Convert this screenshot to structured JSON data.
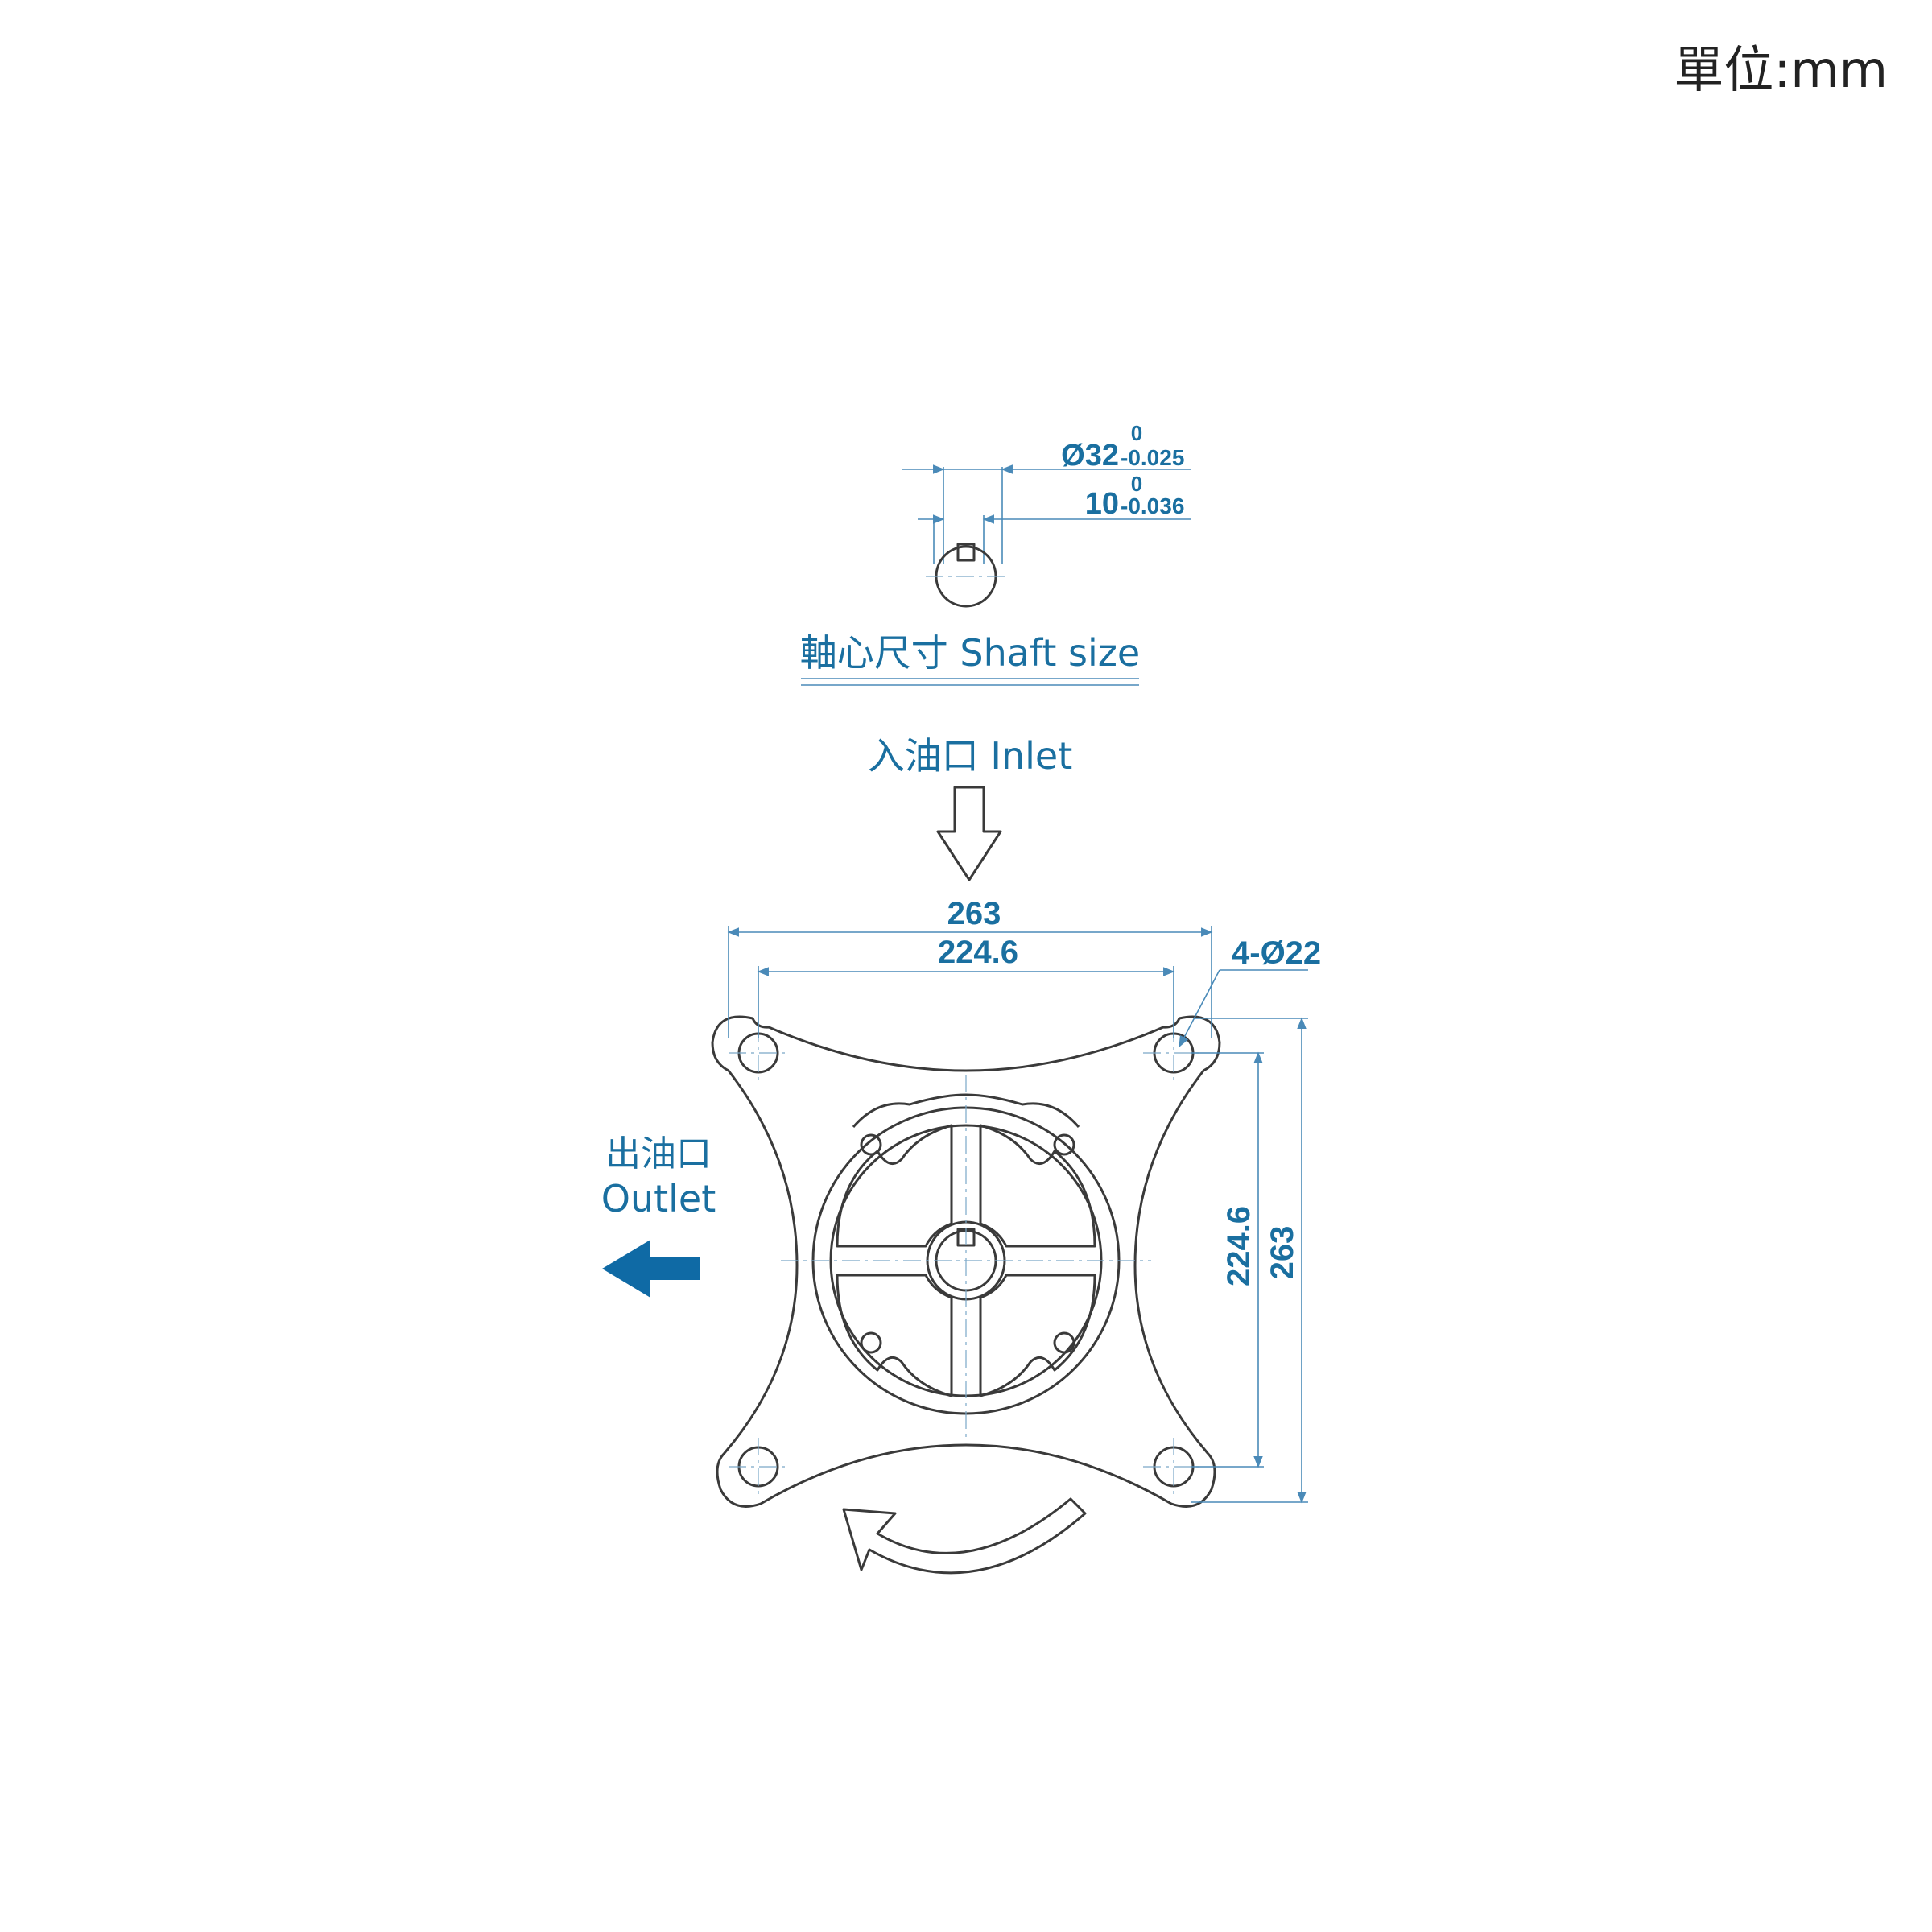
{
  "unit": {
    "label": "單位:mm"
  },
  "shaft": {
    "diameter_main": "Ø32",
    "diameter_upper": "0",
    "diameter_lower": "-0.025",
    "key_main": "10",
    "key_upper": "0",
    "key_lower": "-0.036",
    "caption": "軸心尺寸 Shaft size"
  },
  "inlet": {
    "label": "入油口 Inlet"
  },
  "outlet": {
    "label_zh": "出油口",
    "label_en": "Outlet"
  },
  "dims": {
    "width_outer": "263",
    "width_inner": "224.6",
    "holes": "4-Ø22",
    "height_inner": "224.6",
    "height_outer": "263"
  },
  "colors": {
    "dimension": "#1a6fa0",
    "outlet_arrow": "#0f6aa5",
    "outline": "#3a3a3a"
  },
  "icons": {
    "inlet_arrow": "arrow-down-outline-icon",
    "outlet_arrow": "arrow-left-solid-icon",
    "rotation_arrow": "curved-arrow-icon"
  }
}
